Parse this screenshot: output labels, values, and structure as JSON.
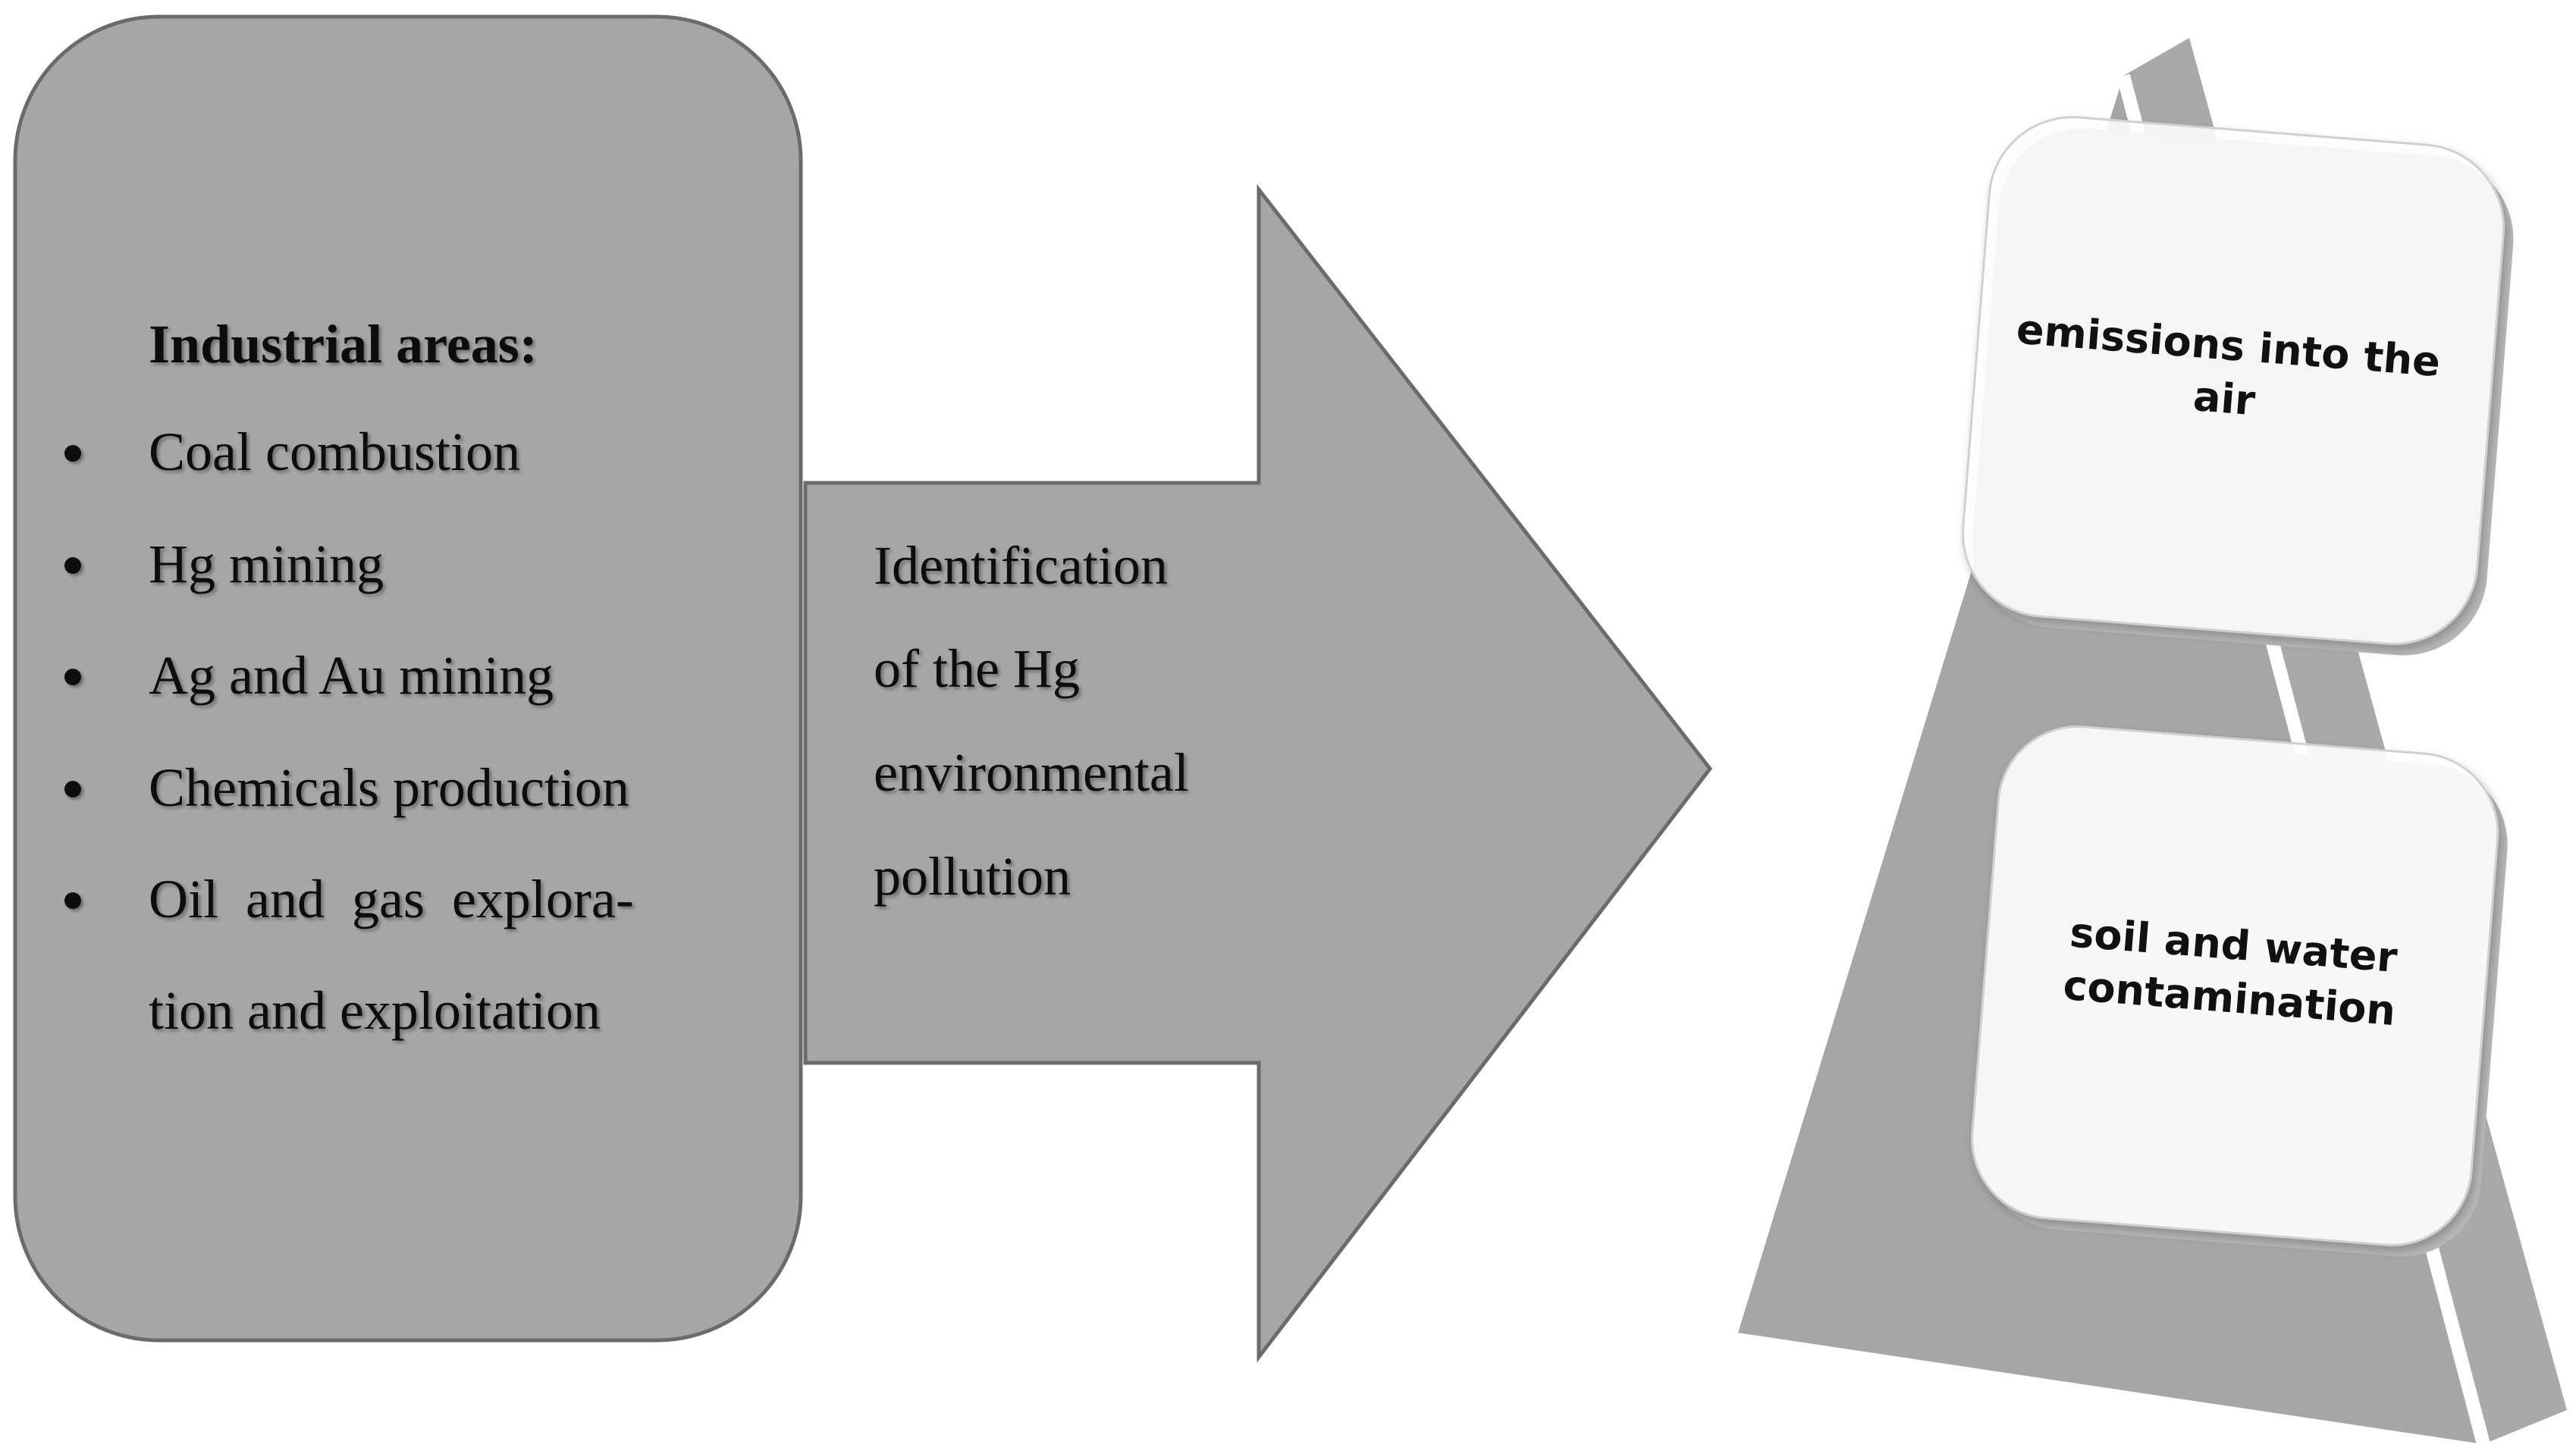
{
  "source_box": {
    "heading": "Industrial areas:",
    "items": [
      {
        "lines": [
          "Coal combustion"
        ]
      },
      {
        "lines": [
          "Hg mining"
        ]
      },
      {
        "lines": [
          "Ag and Au mining"
        ]
      },
      {
        "lines": [
          "Chemicals production"
        ]
      },
      {
        "lines": [
          "Oil  and  gas  explora-",
          "tion and exploitation"
        ]
      }
    ]
  },
  "arrow": {
    "lines": [
      "Identification",
      "of the Hg",
      "environmental",
      "pollution"
    ]
  },
  "pyramid": {
    "top_card": {
      "lines": [
        "emissions into the",
        "air"
      ]
    },
    "bottom_card": {
      "lines": [
        "soil and water",
        "contamination"
      ]
    }
  },
  "colors": {
    "shape_fill": "#a6a6a6",
    "shape_stroke": "#6b6b6b",
    "card_fill": "#ffffff",
    "card_edge": "#b8b8b8"
  }
}
